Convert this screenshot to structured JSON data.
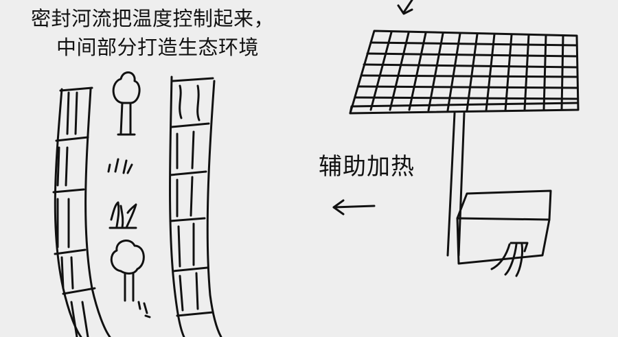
{
  "annotation": {
    "line1": "密封河流把温度控制起来，",
    "line2": "中间部分打造生态环境"
  },
  "heating": {
    "label": "辅助加热"
  },
  "icons": [
    "solar-panel-icon",
    "battery-box-icon",
    "tree-icon",
    "grass-icon",
    "arrow-left-icon",
    "sun-ray-arrow-icon"
  ],
  "colors": {
    "ink": "#111111",
    "paper": "#eeeeee"
  }
}
